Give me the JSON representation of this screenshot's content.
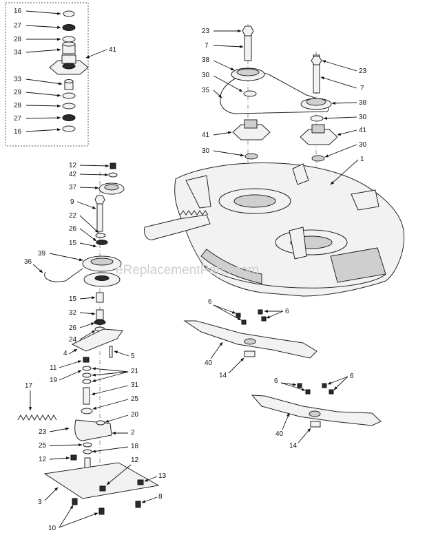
{
  "watermark": "eReplacementParts.com",
  "callouts": [
    "16",
    "27",
    "28",
    "34",
    "41",
    "33",
    "29",
    "28",
    "27",
    "16",
    "23",
    "7",
    "38",
    "30",
    "35",
    "41",
    "30",
    "23",
    "7",
    "38",
    "30",
    "41",
    "30",
    "1",
    "12",
    "42",
    "37",
    "9",
    "22",
    "26",
    "15",
    "39",
    "36",
    "15",
    "32",
    "26",
    "24",
    "4",
    "5",
    "11",
    "19",
    "21",
    "31",
    "17",
    "25",
    "23",
    "20",
    "2",
    "25",
    "18",
    "12",
    "12",
    "13",
    "3",
    "8",
    "10",
    "6",
    "6",
    "40",
    "14",
    "6",
    "6",
    "40",
    "14"
  ]
}
